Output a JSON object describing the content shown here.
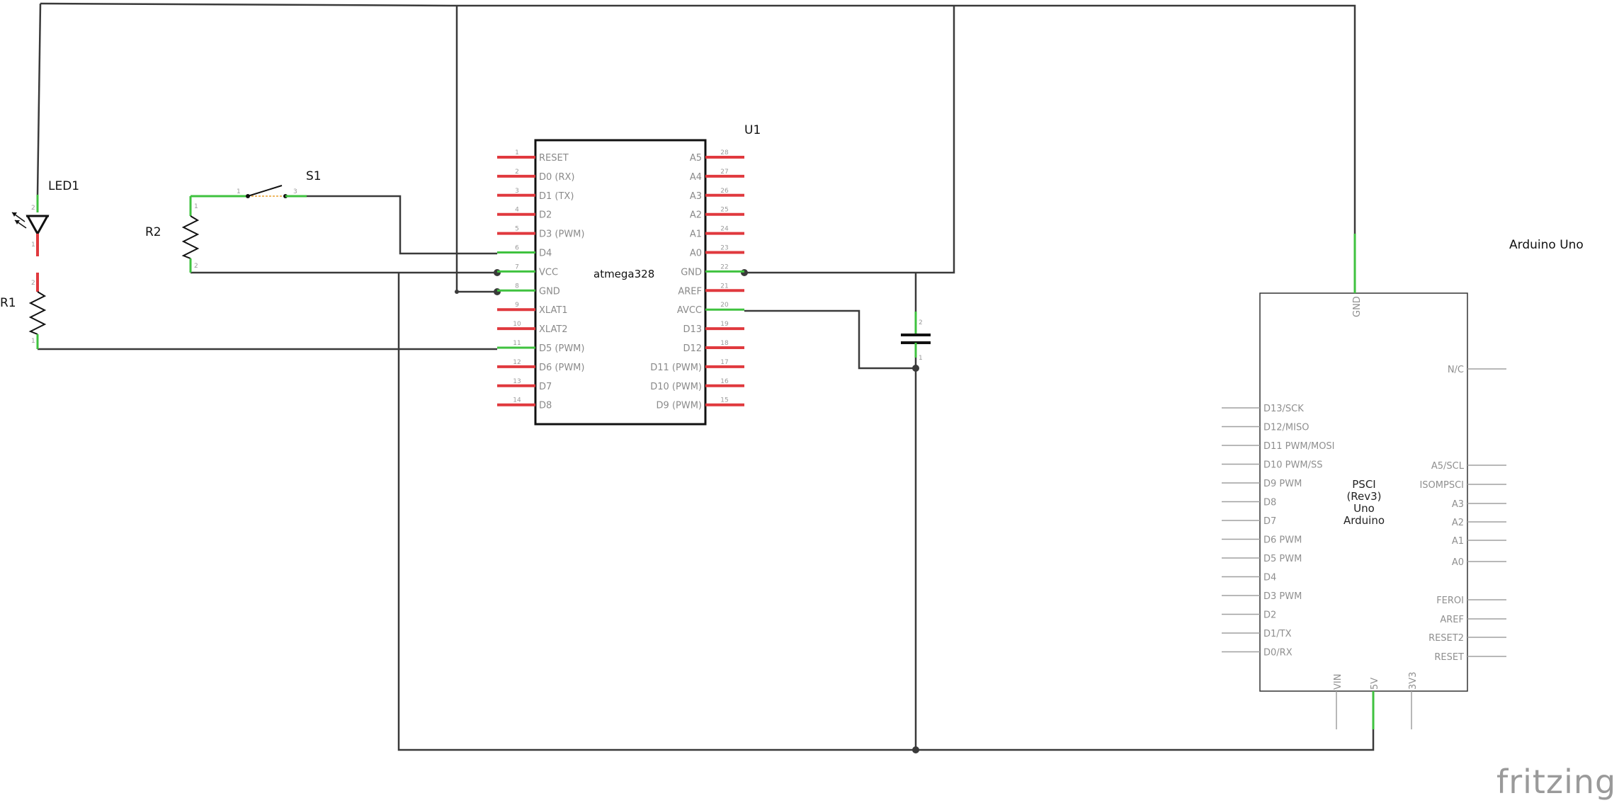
{
  "components": {
    "led": {
      "label": "LED1"
    },
    "r1": {
      "label": "R1"
    },
    "r2": {
      "label": "R2"
    },
    "s1": {
      "label": "S1"
    },
    "u1": {
      "label": "U1",
      "chip_name": "atmega328"
    },
    "uno": {
      "label": "Arduino Uno",
      "center_lines": [
        "PSCI",
        "(Rev3)",
        "Uno",
        "Arduino"
      ]
    }
  },
  "atmega_left_pins": [
    {
      "num": "1",
      "name": "RESET"
    },
    {
      "num": "2",
      "name": "D0 (RX)"
    },
    {
      "num": "3",
      "name": "D1 (TX)"
    },
    {
      "num": "4",
      "name": "D2"
    },
    {
      "num": "5",
      "name": "D3 (PWM)"
    },
    {
      "num": "6",
      "name": "D4"
    },
    {
      "num": "7",
      "name": "VCC"
    },
    {
      "num": "8",
      "name": "GND"
    },
    {
      "num": "9",
      "name": "XLAT1"
    },
    {
      "num": "10",
      "name": "XLAT2"
    },
    {
      "num": "11",
      "name": "D5 (PWM)"
    },
    {
      "num": "12",
      "name": "D6 (PWM)"
    },
    {
      "num": "13",
      "name": "D7"
    },
    {
      "num": "14",
      "name": "D8"
    }
  ],
  "atmega_right_pins": [
    {
      "num": "28",
      "name": "A5"
    },
    {
      "num": "27",
      "name": "A4"
    },
    {
      "num": "26",
      "name": "A3"
    },
    {
      "num": "25",
      "name": "A2"
    },
    {
      "num": "24",
      "name": "A1"
    },
    {
      "num": "23",
      "name": "A0"
    },
    {
      "num": "22",
      "name": "GND"
    },
    {
      "num": "21",
      "name": "AREF"
    },
    {
      "num": "20",
      "name": "AVCC"
    },
    {
      "num": "19",
      "name": "D13"
    },
    {
      "num": "18",
      "name": "D12"
    },
    {
      "num": "17",
      "name": "D11 (PWM)"
    },
    {
      "num": "16",
      "name": "D10 (PWM)"
    },
    {
      "num": "15",
      "name": "D9 (PWM)"
    }
  ],
  "uno_left_pins": [
    "D13/SCK",
    "D12/MISO",
    "D11 PWM/MOSI",
    "D10 PWM/SS",
    "D9 PWM",
    "D8",
    "D7",
    "D6 PWM",
    "D5 PWM",
    "D4",
    "D3 PWM",
    "D2",
    "D1/TX",
    "D0/RX"
  ],
  "uno_right_pins": [
    "N/C",
    "A5/SCL",
    "ISOMPSCI",
    "A3",
    "A2",
    "A1",
    "A0",
    "FEROI",
    "AREF",
    "RESET2",
    "RESET"
  ],
  "uno_top_pin": "GND",
  "uno_bottom_pins": [
    "VIN",
    "5V",
    "3V3"
  ],
  "small_pin_numbers": {
    "led_anode": "2",
    "led_cathode": "1",
    "r1_top": "2",
    "r1_bottom": "1",
    "r2_top": "1",
    "r2_bottom": "2",
    "s1_left": "1",
    "s1_right": "3",
    "cap_top": "2",
    "cap_bottom": "1"
  },
  "watermark": "fritzing",
  "colors": {
    "wire": "#3a3a3a",
    "unconnected_pin": "#e0393e",
    "connected_pin": "#3fc23f",
    "board_pin": "#a0a0a0"
  }
}
